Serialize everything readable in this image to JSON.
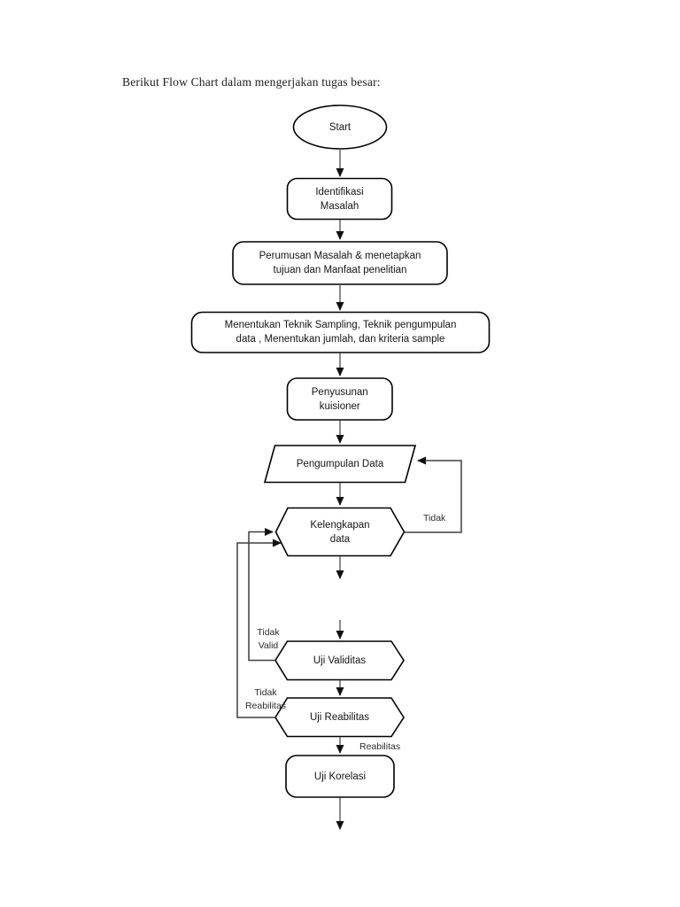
{
  "page": {
    "title": "Berikut Flow Chart dalam mengerjakan tugas besar:"
  },
  "flowchart": {
    "nodes": {
      "start": {
        "type": "terminator",
        "label": "Start"
      },
      "identifikasi_masalah": {
        "type": "process",
        "label": "Identifikasi\nMasalah"
      },
      "perumusan_masalah": {
        "type": "process",
        "label": "Perumusan Masalah & menetapkan\ntujuan dan Manfaat penelitian"
      },
      "menentukan_teknik": {
        "type": "process",
        "label": "Menentukan Teknik Sampling, Teknik pengumpulan\ndata , Menentukan jumlah, dan kriteria sample"
      },
      "penyusunan_kuisioner": {
        "type": "process",
        "label": "Penyusunan\nkuisioner"
      },
      "pengumpulan_data": {
        "type": "input-output",
        "label": "Pengumpulan Data"
      },
      "kelengkapan_data": {
        "type": "decision",
        "label": "Kelengkapan\ndata"
      },
      "uji_validitas": {
        "type": "decision",
        "label": "Uji Validitas"
      },
      "uji_reabilitas": {
        "type": "decision",
        "label": "Uji Reabilitas"
      },
      "uji_korelasi": {
        "type": "process",
        "label": "Uji Korelasi"
      }
    },
    "edge_labels": {
      "tidak": "Tidak",
      "tidak_valid": "Tidak\nValid",
      "tidak_reabilitas": "Tidak\nReabilitas",
      "reabilitas": "Reabilitas"
    },
    "colors": {
      "shape_border": "#000000",
      "connector_shaft": "#595959",
      "arrowhead": "#111111",
      "text": "#141414",
      "background": "#ffffff"
    }
  }
}
